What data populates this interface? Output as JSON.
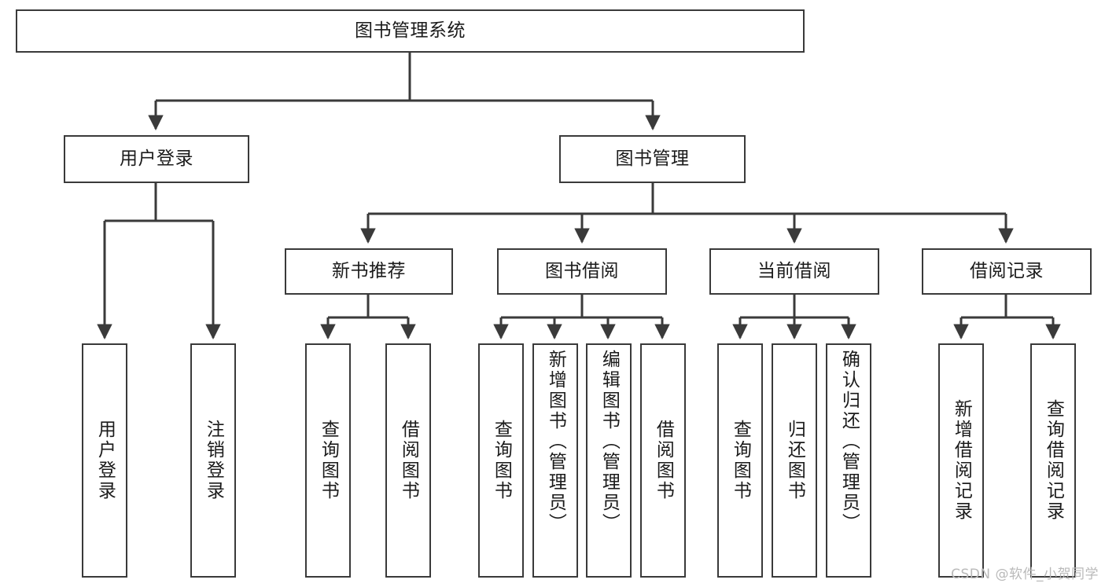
{
  "diagram": {
    "title": "图书管理系统",
    "type": "tree-hierarchy-chart",
    "root": {
      "label": "图书管理系统"
    },
    "level2": [
      {
        "label": "用户登录"
      },
      {
        "label": "图书管理"
      }
    ],
    "level3": [
      {
        "label": "新书推荐"
      },
      {
        "label": "图书借阅"
      },
      {
        "label": "当前借阅"
      },
      {
        "label": "借阅记录"
      }
    ],
    "leaves": {
      "user_login": [
        {
          "label": "用户登录"
        },
        {
          "label": "注销登录"
        }
      ],
      "new_book_recommend": [
        {
          "label": "查询图书"
        },
        {
          "label": "借阅图书"
        }
      ],
      "book_borrow": [
        {
          "label": "查询图书"
        },
        {
          "label": "新增图书（管理员）"
        },
        {
          "label": "编辑图书（管理员）"
        },
        {
          "label": "借阅图书"
        }
      ],
      "current_borrow": [
        {
          "label": "查询图书"
        },
        {
          "label": "归还图书"
        },
        {
          "label": "确认归还（管理员）"
        }
      ],
      "borrow_records": [
        {
          "label": "新增借阅记录"
        },
        {
          "label": "查询借阅记录"
        }
      ]
    }
  },
  "watermark": {
    "text": "CSDN @软件_小贺同学"
  },
  "colors": {
    "box_border": "#3a3a3a",
    "box_fill": "#ffffff",
    "connector": "#3a3a3a",
    "text": "#1b1b1b",
    "watermark": "#b9b9b9"
  }
}
